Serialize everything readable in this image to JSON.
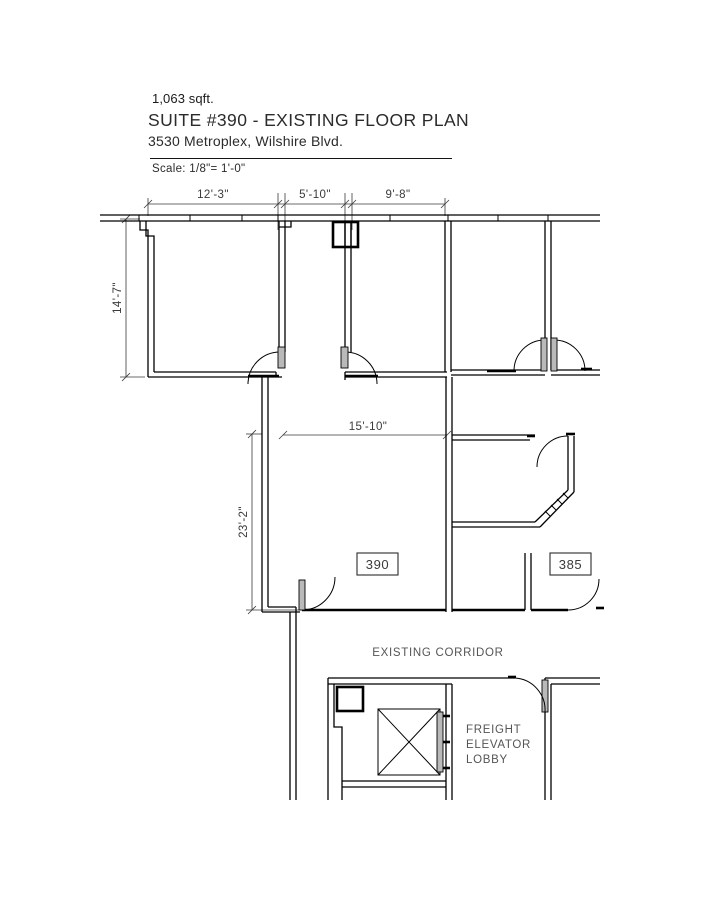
{
  "sheet": {
    "area_label": "1,063 sqft.",
    "title": "SUITE #390 - EXISTING FLOOR PLAN",
    "address": "3530 Metroplex, Wilshire Blvd.",
    "scale_note": "Scale: 1/8\"= 1'-0\""
  },
  "dimensions": {
    "top": [
      {
        "text": "12'-3\""
      },
      {
        "text": "5'-10\""
      },
      {
        "text": "9'-8\""
      }
    ],
    "left_upper": {
      "text": "14'-7\""
    },
    "left_lower": {
      "text": "23'-2\""
    },
    "interior": {
      "text": "15'-10\""
    }
  },
  "rooms": [
    {
      "tag": "390"
    },
    {
      "tag": "385"
    }
  ],
  "annotations": [
    {
      "text": "EXISTING CORRIDOR"
    },
    {
      "line1": "FREIGHT",
      "line2": "ELEVATOR",
      "line3": "LOBBY"
    }
  ],
  "colors": {
    "ink": "#000000",
    "text": "#2b2b2b",
    "dim": "#3a3a3a",
    "annotation": "#555555",
    "door_leaf": "#b9b9b9",
    "paper": "#ffffff"
  }
}
